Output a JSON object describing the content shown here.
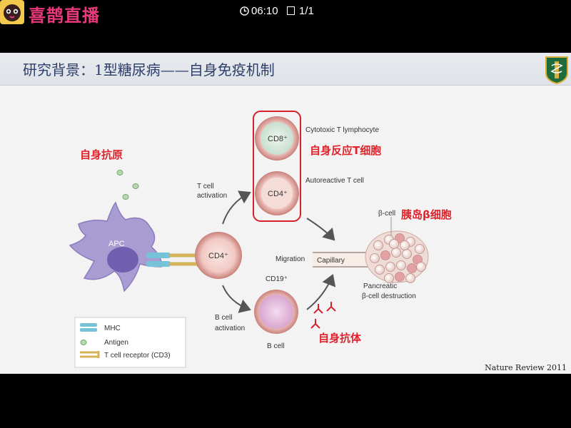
{
  "top_bar": {
    "brand": "喜鹊直播",
    "time": "06:10",
    "page": "1/1"
  },
  "slide": {
    "title": "研究背景：1型糖尿病——自身免疫机制",
    "citation": "Nature Review 2011",
    "annotations": {
      "autoantigen": "自身抗原",
      "autoreactive_t": "自身反应T细胞",
      "beta_cell": "胰岛β细胞",
      "autoantibody": "自身抗体"
    },
    "diagram": {
      "apc": "APC",
      "cd4_center": "CD4⁺",
      "cd8": "CD8⁺",
      "cd4_top": "CD4⁺",
      "cytotoxic": "Cytotoxic T lymphocyte",
      "autoreactive": "Autoreactive T cell",
      "t_activation_1": "T cell",
      "t_activation_2": "activation",
      "b_activation_1": "B cell",
      "b_activation_2": "activation",
      "cd19": "CD19⁺",
      "b_cell": "B cell",
      "migration": "Migration",
      "capillary": "Capillary",
      "beta_cell_label": "β-cell",
      "pancreatic_1": "Pancreatic",
      "pancreatic_2": "β-cell destruction"
    },
    "legend": {
      "mhc": "MHC",
      "antigen": "Antigen",
      "tcr": "T cell receptor (CD3)"
    }
  },
  "colors": {
    "brand_pink": "#e83a7a",
    "highlight_red": "#e0222b",
    "apc_purple": "#9b8ec4",
    "cell_pink": "#f0c8c8"
  }
}
